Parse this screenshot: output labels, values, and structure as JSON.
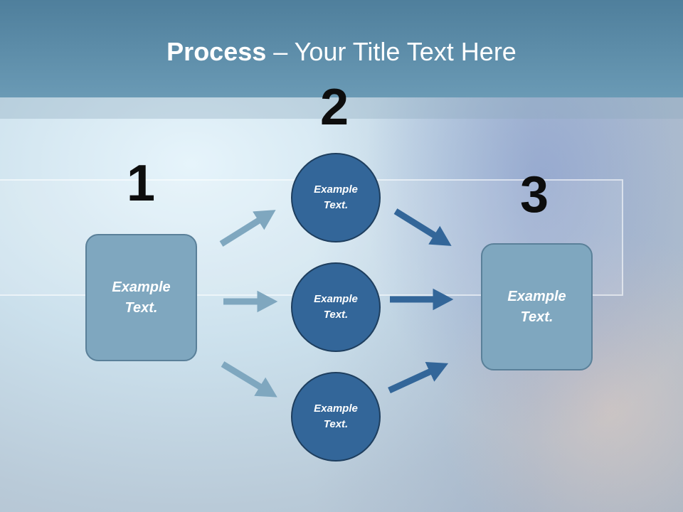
{
  "slide": {
    "title_bold": "Process",
    "title_rest": " – Your Title Text Here"
  },
  "steps": [
    {
      "number": "1",
      "text_line1": "Example",
      "text_line2": "Text."
    },
    {
      "number": "2",
      "circles": [
        {
          "text_line1": "Example",
          "text_line2": "Text."
        },
        {
          "text_line1": "Example",
          "text_line2": "Text."
        },
        {
          "text_line1": "Example",
          "text_line2": "Text."
        }
      ]
    },
    {
      "number": "3",
      "text_line1": "Example",
      "text_line2": "Text."
    }
  ],
  "colors": {
    "light_arrow": "#7fa7bf",
    "dark_arrow": "#336699",
    "box_fill": "#7fa7bf",
    "circle_fill": "#336699"
  }
}
